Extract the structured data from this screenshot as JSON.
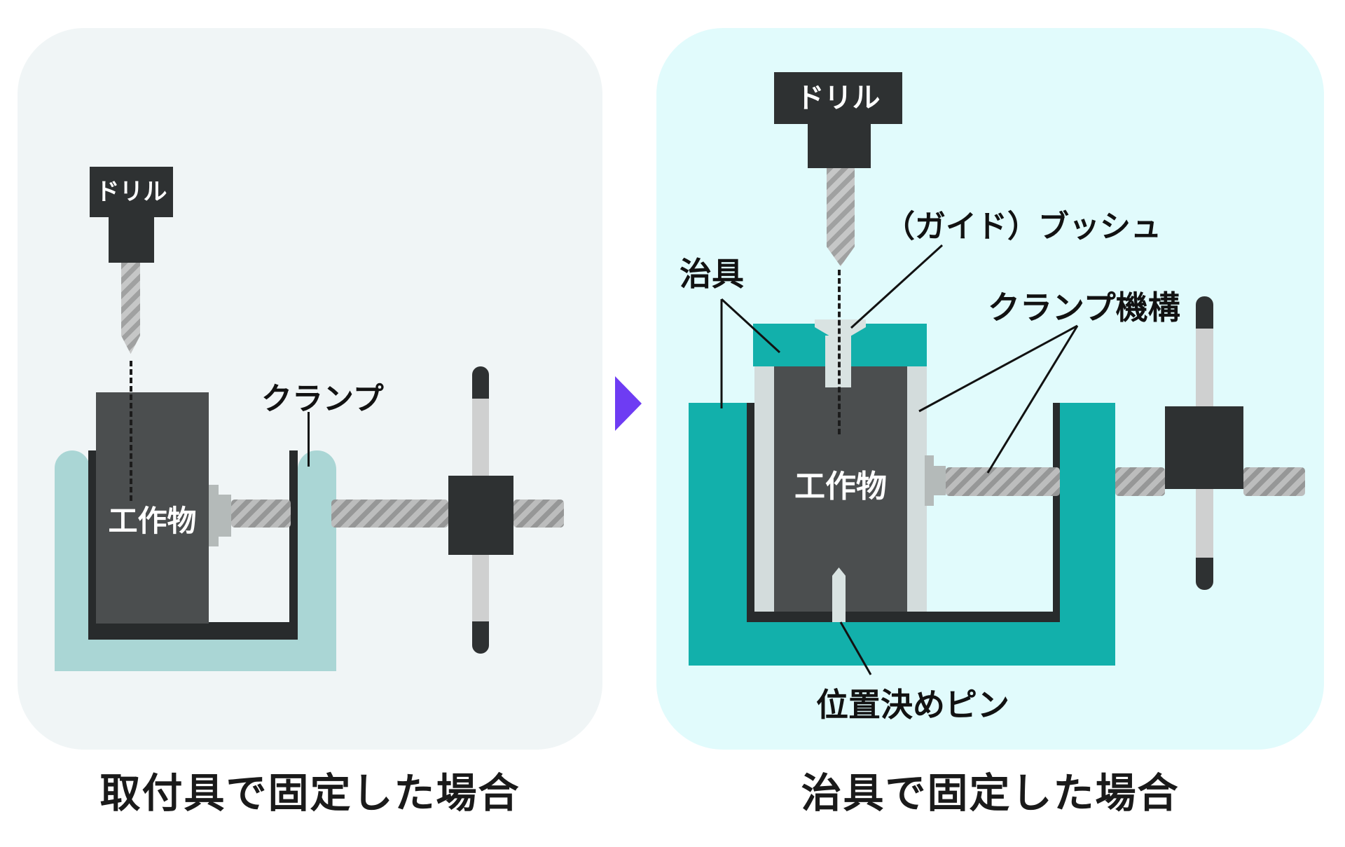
{
  "left_panel": {
    "caption": "取付具で固定した場合",
    "drill_label": "ドリル",
    "workpiece_label": "工作物",
    "clamp_label": "クランプ"
  },
  "right_panel": {
    "caption": "治具で固定した場合",
    "drill_label": "ドリル",
    "workpiece_label": "工作物",
    "jig_label": "治具",
    "guide_bush_label": "（ガイド）ブッシュ",
    "clamp_mechanism_label": "クランプ機構",
    "locating_pin_label": "位置決めピン"
  },
  "colors": {
    "left_panel_bg": "#f0f5f6",
    "right_panel_bg": "#e1fbfc",
    "dark_metal": "#2e3132",
    "workpiece": "#4b4e4f",
    "pale_teal_clamp": "#aad6d5",
    "teal_jig": "#12b0ab",
    "light_plate": "#d3dcdc",
    "bushing_pin": "#d9e3e2",
    "thread_gray": "#969797",
    "arrow_purple": "#6e3cf3",
    "label_text": "#121212"
  }
}
